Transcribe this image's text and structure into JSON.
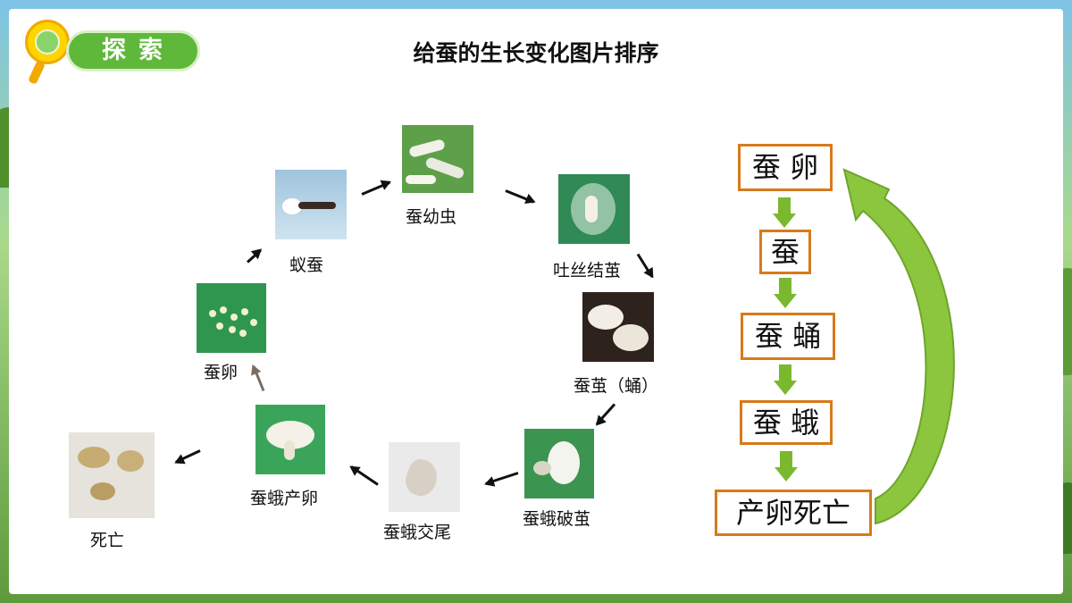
{
  "badge": {
    "label": "探索"
  },
  "title": "给蚕的生长变化图片排序",
  "cycle": {
    "yichan": "蚁蚕",
    "youchong": "蚕幼虫",
    "tusi": "吐丝结茧",
    "jianyong": "蚕茧（蛹）",
    "pojian": "蚕蛾破茧",
    "jiaowei": "蚕蛾交尾",
    "chanluan": "蚕蛾产卵",
    "canluan": "蚕卵",
    "siwang": "死亡"
  },
  "sequence": {
    "step1": "蚕 卵",
    "step2": "蚕",
    "step3": "蚕 蛹",
    "step4": "蚕 蛾",
    "step5": "产卵死亡"
  },
  "colors": {
    "box_border": "#d77a1a",
    "step_arrow": "#7ab82e",
    "return_arrow": "#8cc63f",
    "badge_green": "#5fb83a",
    "badge_yellow": "#ffd400"
  }
}
